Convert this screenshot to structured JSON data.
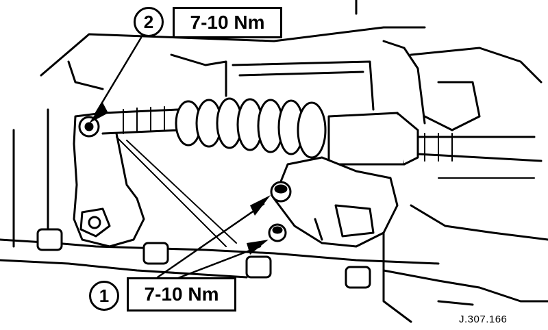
{
  "callouts": [
    {
      "number": "2",
      "torque": "7-10 Nm"
    },
    {
      "number": "1",
      "torque": "7-10 Nm"
    }
  ],
  "reference": "J.307.166",
  "colors": {
    "ink": "#000000",
    "paper": "#ffffff"
  }
}
